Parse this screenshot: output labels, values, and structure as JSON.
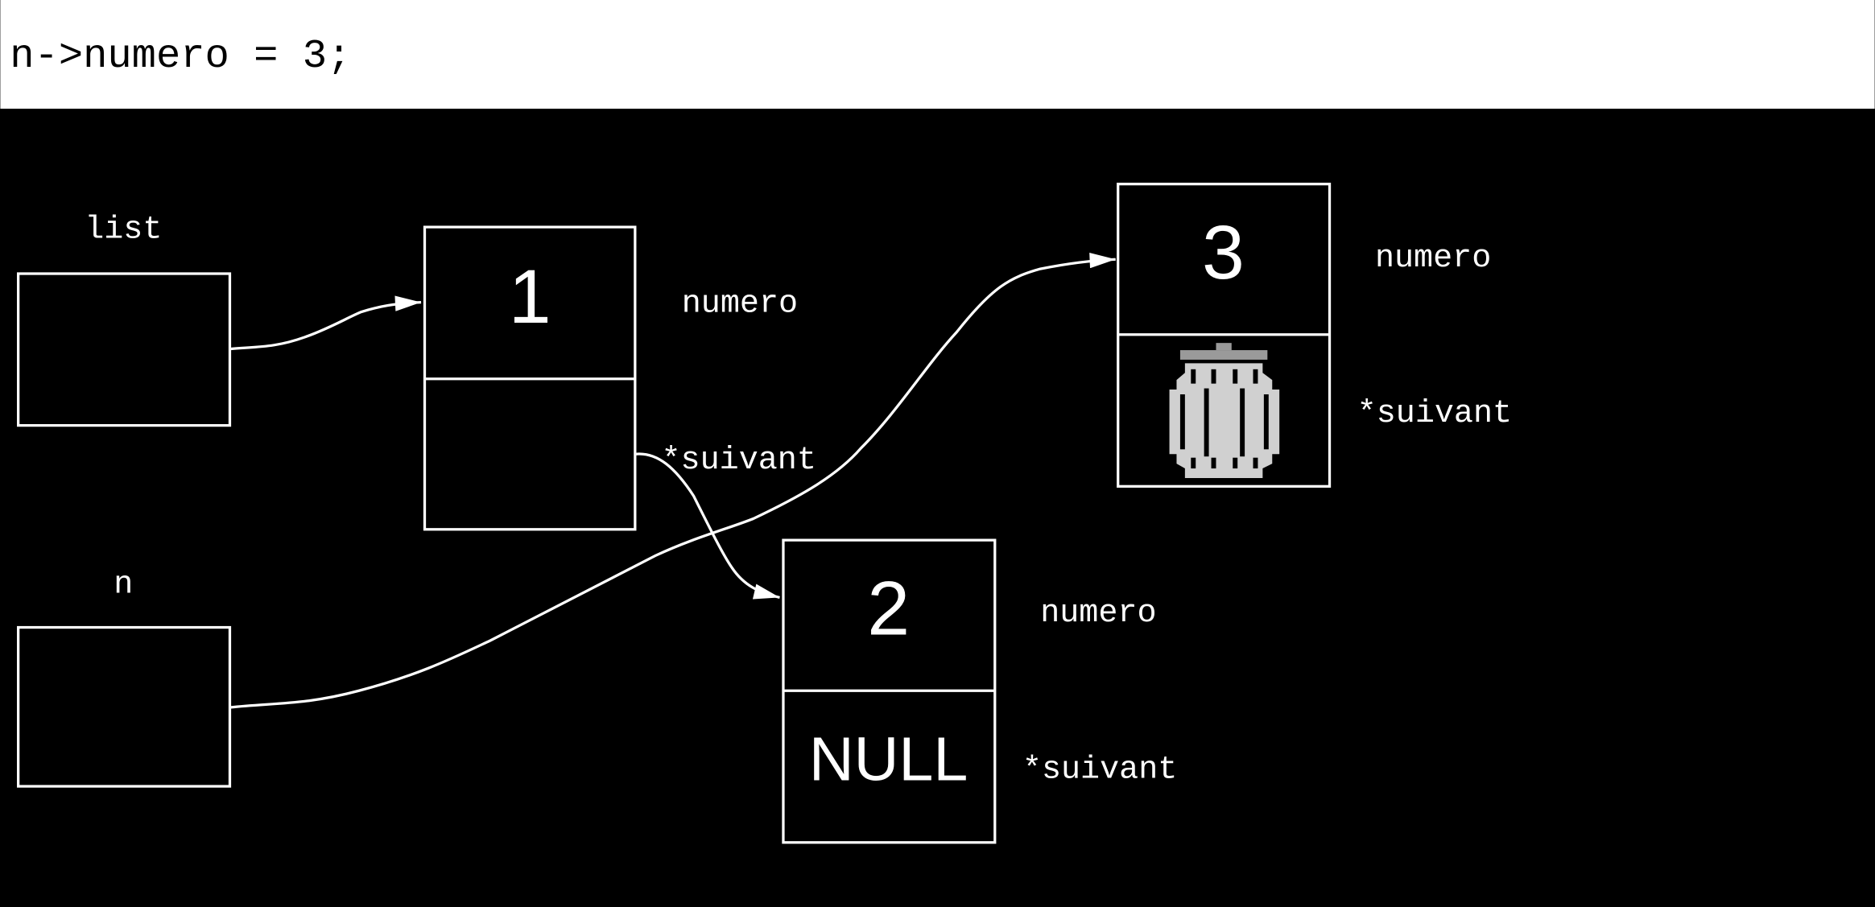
{
  "code_line": "n->numero = 3;",
  "colors": {
    "header_bg": "#ffffff",
    "canvas_bg": "#000000",
    "stroke": "#ffffff",
    "trash": "#d0d0d0"
  },
  "pointers": {
    "list": {
      "label": "list"
    },
    "n": {
      "label": "n"
    }
  },
  "nodes": [
    {
      "value": "1",
      "field_value_label": "numero",
      "field_next_label": "*suivant",
      "next_content": ""
    },
    {
      "value": "2",
      "field_value_label": "numero",
      "field_next_label": "*suivant",
      "next_content": "NULL"
    },
    {
      "value": "3",
      "field_value_label": "numero",
      "field_next_label": "*suivant",
      "next_icon": "trash-icon"
    }
  ]
}
